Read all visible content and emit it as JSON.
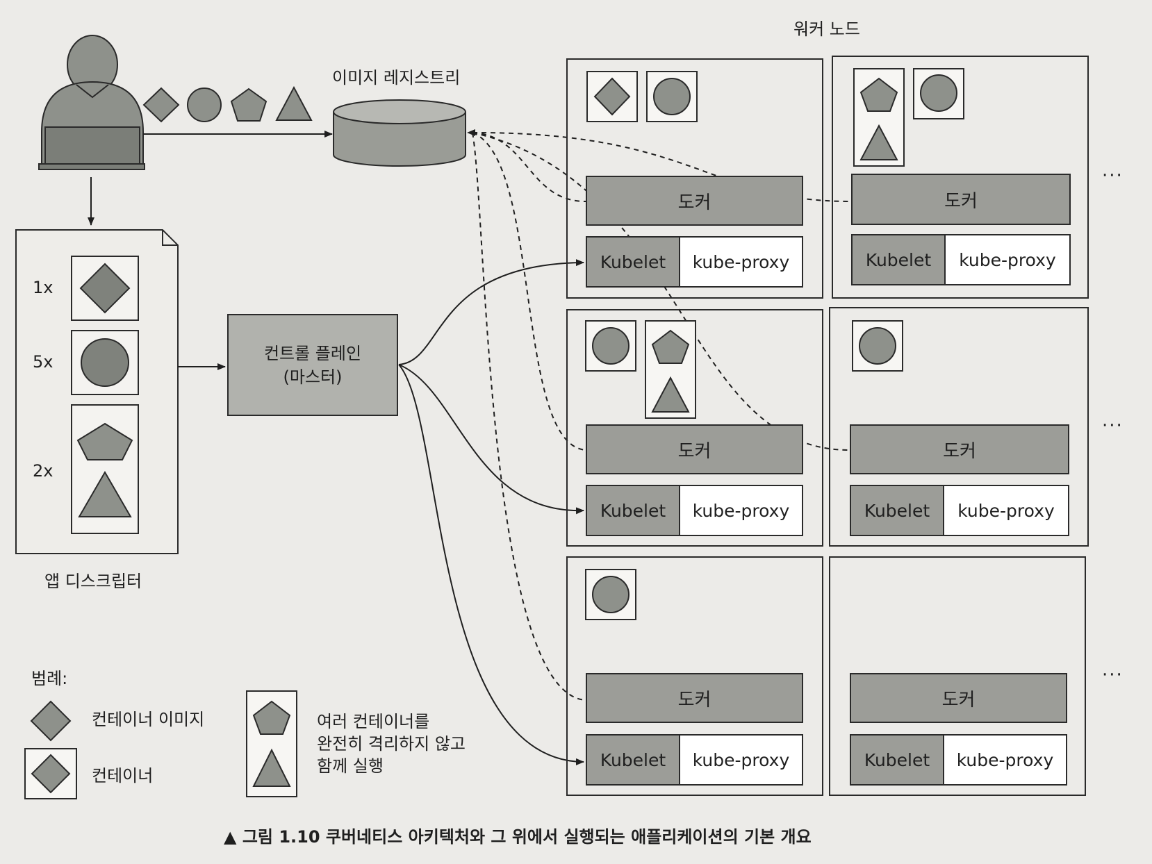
{
  "labels": {
    "worker_nodes": "워커 노드",
    "image_registry": "이미지 레지스트리",
    "control_plane_line1": "컨트롤 플레인",
    "control_plane_line2": "(마스터)",
    "app_descriptor": "앱 디스크립터",
    "docker": "도커",
    "kubelet": "Kubelet",
    "kube_proxy": "kube-proxy",
    "ellipsis": "···"
  },
  "descriptor_counts": [
    "1x",
    "5x",
    "2x"
  ],
  "legend": {
    "title": "범례:",
    "container_image": "컨테이너 이미지",
    "container": "컨테이너",
    "pod_line1": "여러 컨테이너를",
    "pod_line2": "완전히 격리하지 않고",
    "pod_line3": "함께 실행"
  },
  "caption": "▲ 그림 1.10 쿠버네티스 아키텍처와 그 위에서 실행되는 애플리케이션의 기본 개요",
  "colors": {
    "shape_fill": "#8e918b",
    "docker_fill": "#9c9d98",
    "node_bg": "#efeeeb",
    "line": "#2a2a2a"
  }
}
